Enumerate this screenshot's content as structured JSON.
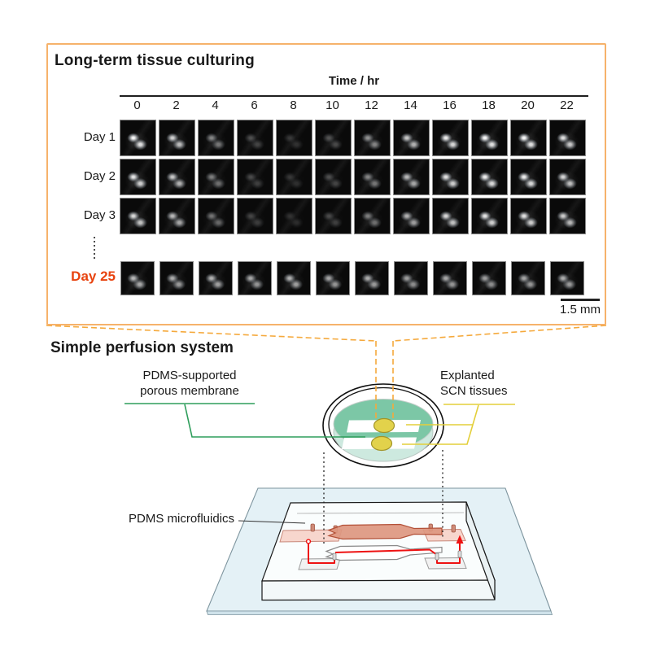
{
  "colors": {
    "panel_border": "#F6B26B",
    "callout_dash": "#F5A93C",
    "day25_red": "#E8430F",
    "membrane_green": "#2E9D5B",
    "tissue_label_yellow": "#E3CF3A",
    "tissue_yellow": "#E2D24B",
    "membrane_teal": "#7CC7A6",
    "dish_teal_light": "#CDE9DF",
    "channel_pink": "#DD9780",
    "pad_pink": "#F6D2C8",
    "tube_red": "#EE1111",
    "glass_blue": "#E4F1F6"
  },
  "culturing": {
    "title": "Long-term tissue culturing",
    "time_axis_label": "Time / hr",
    "hours": [
      "0",
      "2",
      "4",
      "6",
      "8",
      "10",
      "12",
      "14",
      "16",
      "18",
      "20",
      "22"
    ],
    "rows": [
      {
        "label": "Day 1",
        "highlight": false,
        "intensities": [
          1.0,
          0.82,
          0.5,
          0.26,
          0.18,
          0.28,
          0.55,
          0.78,
          0.95,
          1.0,
          1.0,
          0.88
        ]
      },
      {
        "label": "Day 2",
        "highlight": false,
        "intensities": [
          0.92,
          0.78,
          0.46,
          0.24,
          0.17,
          0.26,
          0.5,
          0.72,
          0.9,
          0.96,
          0.95,
          0.84
        ]
      },
      {
        "label": "Day 3",
        "highlight": false,
        "intensities": [
          0.86,
          0.72,
          0.42,
          0.22,
          0.15,
          0.24,
          0.46,
          0.68,
          0.85,
          0.92,
          0.9,
          0.8
        ]
      },
      {
        "label": "Day 25",
        "highlight": true,
        "intensities": [
          0.72,
          0.66,
          0.7,
          0.64,
          0.68,
          0.63,
          0.66,
          0.6,
          0.64,
          0.6,
          0.63,
          0.66
        ]
      }
    ],
    "gap_marker": "vertical-ellipsis",
    "scale_bar_label": "1.5 mm"
  },
  "perfusion": {
    "title": "Simple perfusion system",
    "labels": {
      "membrane": [
        "PDMS-supported",
        "porous membrane"
      ],
      "tissues": [
        "Explanted",
        "SCN tissues"
      ],
      "microfluidics": "PDMS microfluidics"
    }
  }
}
